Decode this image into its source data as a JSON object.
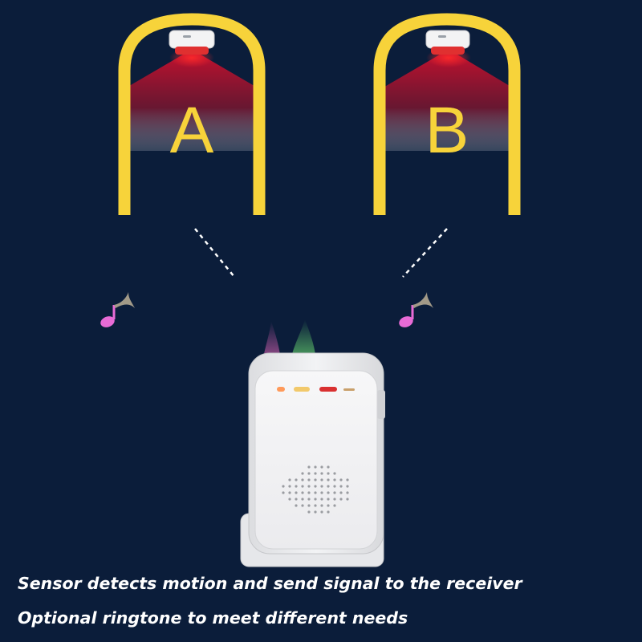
{
  "gates": [
    {
      "label": "A",
      "frame_color": "#f7d33a",
      "beam_color": "#c8102e"
    },
    {
      "label": "B",
      "frame_color": "#f7d33a",
      "beam_color": "#c8102e"
    }
  ],
  "icons": {
    "note_left": "music-note-icon",
    "note_right": "music-note-icon",
    "receiver": "speaker-receiver"
  },
  "colors": {
    "background": "#0b1d3a",
    "frame": "#f7d33a",
    "beam": "#c8102e",
    "note": "#e86bd6",
    "text": "#ffffff"
  },
  "captions": {
    "line1": "Sensor detects motion and send signal to the receiver",
    "line2": "Optional ringtone to meet different needs"
  }
}
